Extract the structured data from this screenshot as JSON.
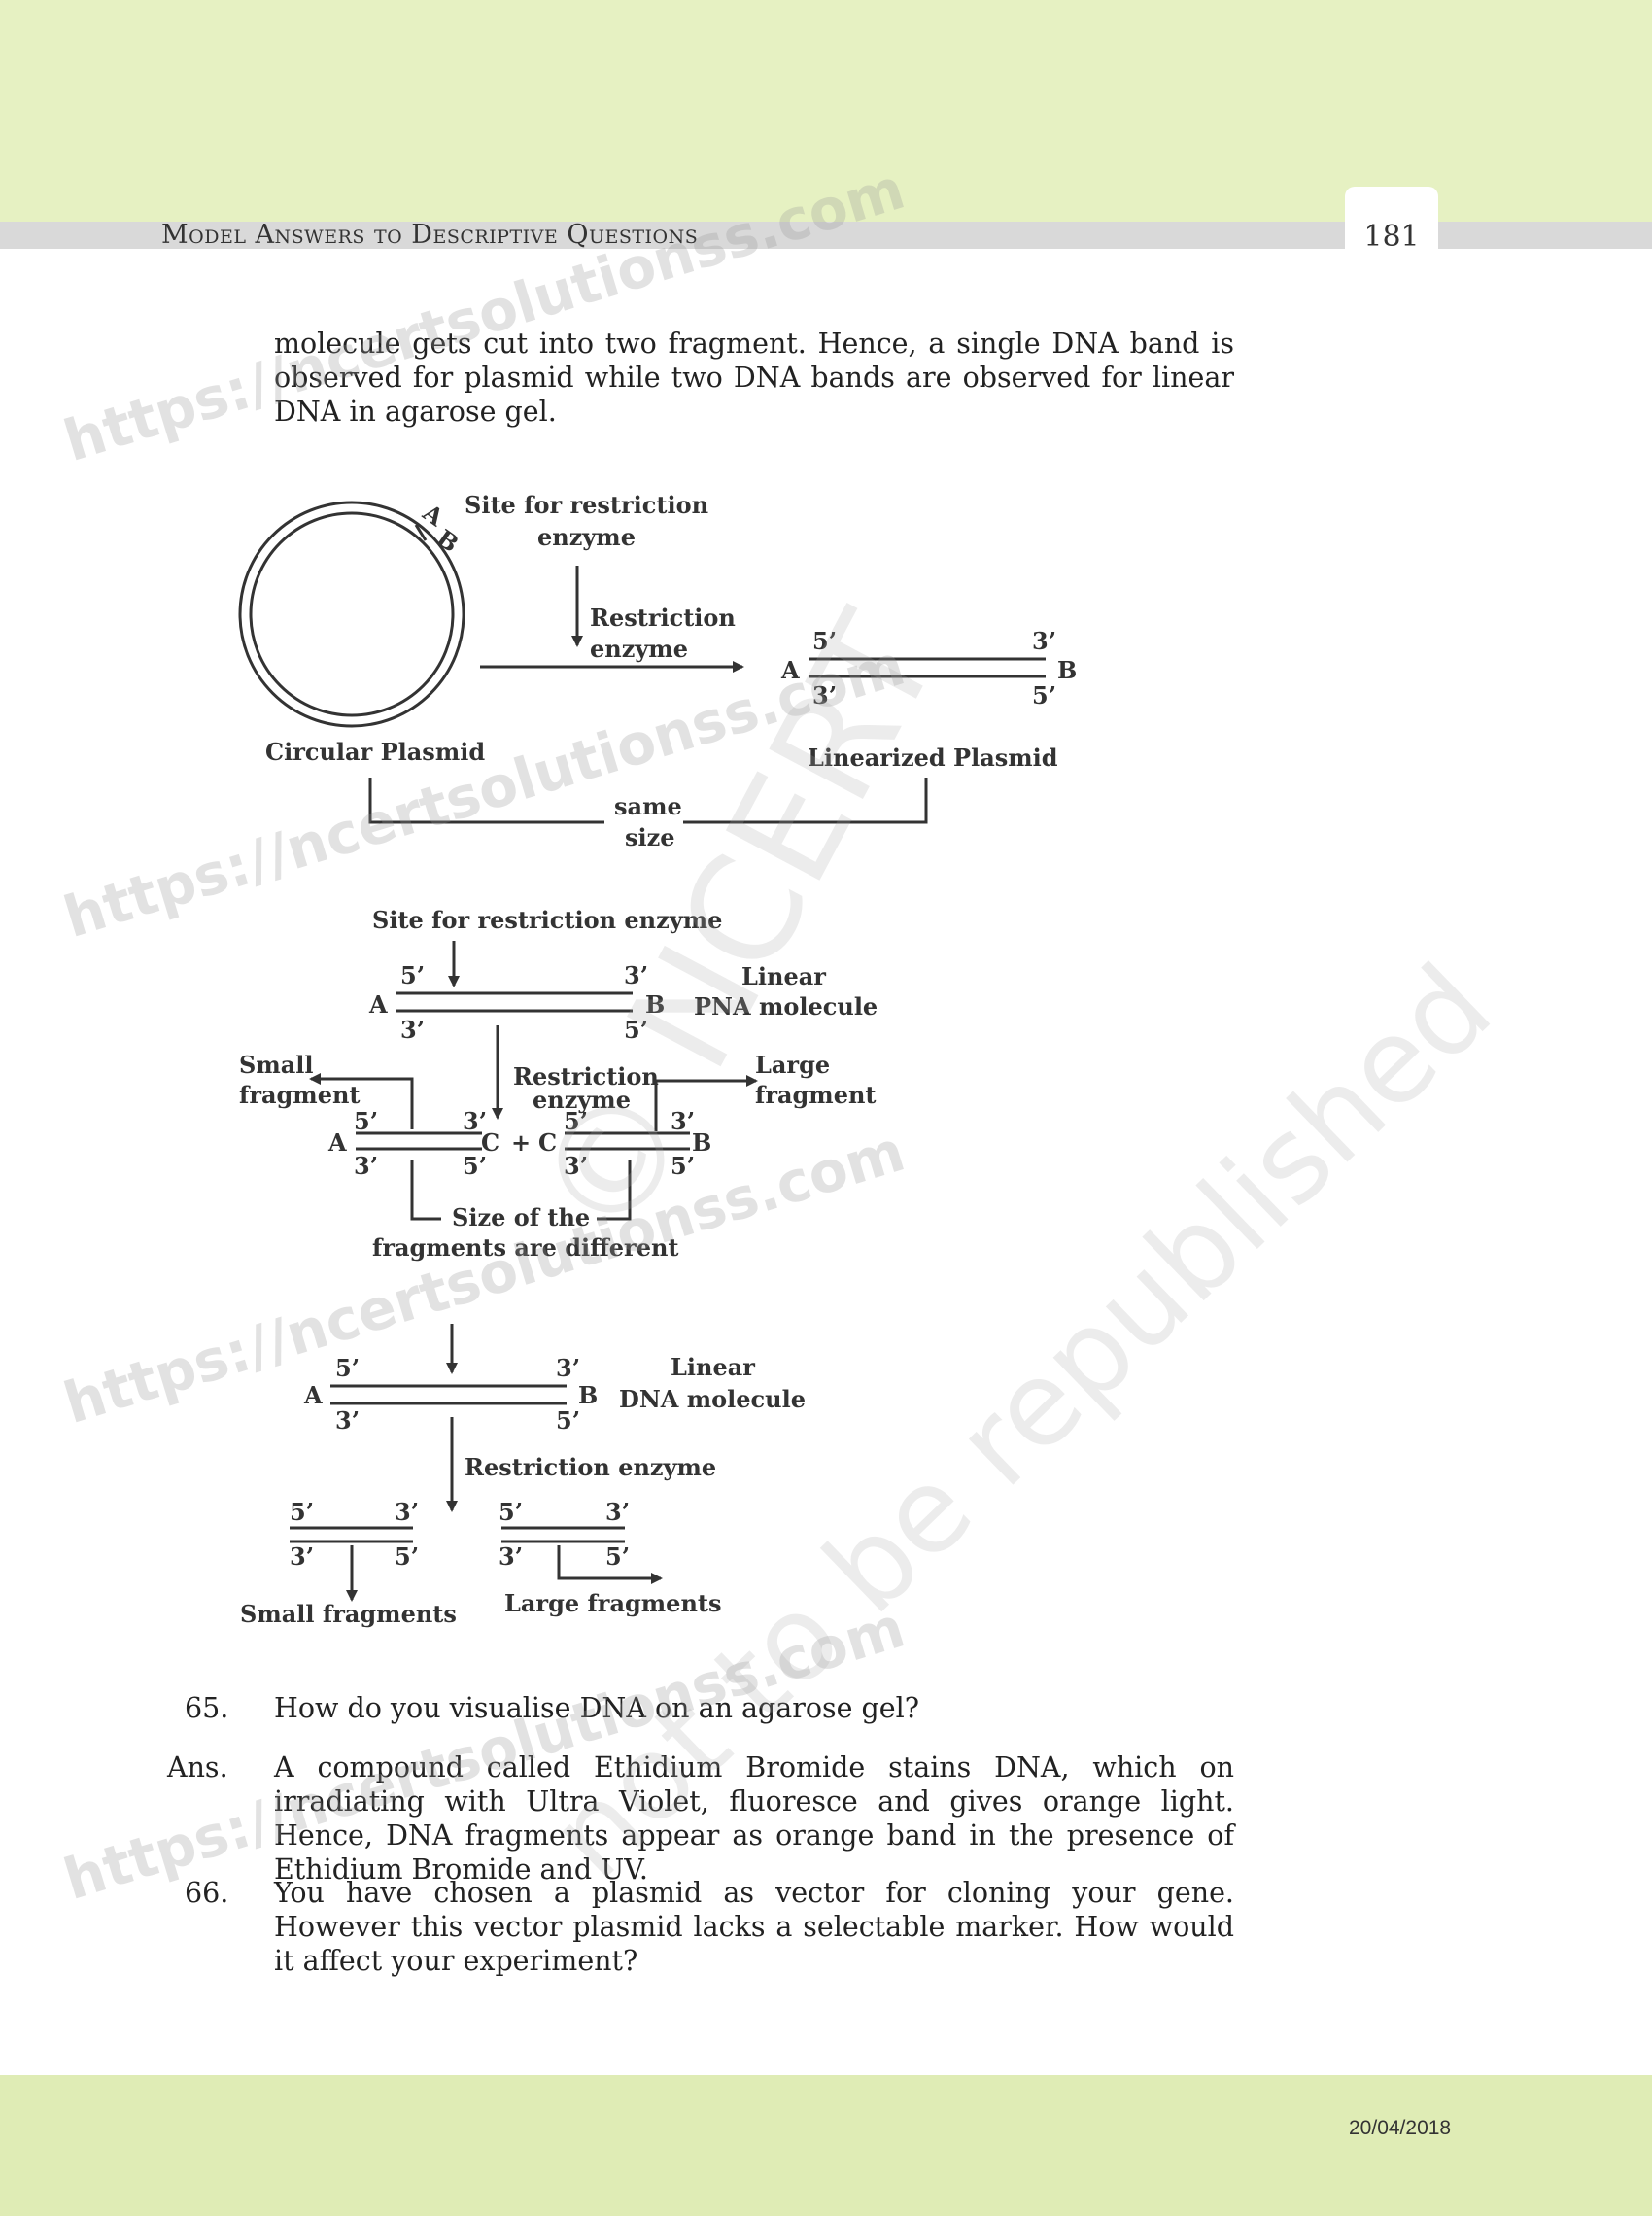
{
  "header": {
    "title": "Model Answers to Descriptive Questions",
    "page_number": "181"
  },
  "intro_text": "molecule gets cut into two fragment. Hence, a single DNA band is observed for plasmid while two DNA bands are observed for linear DNA in agarose gel.",
  "diagram1": {
    "site_label_1": "Site for restriction",
    "site_label_2": "enzyme",
    "enzyme_label_1": "Restriction",
    "enzyme_label_2": "enzyme",
    "circle_a": "A",
    "circle_b": "B",
    "end_a": "A",
    "end_b": "B",
    "top_5": "5’",
    "top_3": "3’",
    "bottom_3": "3’",
    "bottom_5": "5’",
    "circular_label": "Circular Plasmid",
    "linearized_label": "Linearized Plasmid",
    "same_label_1": "same",
    "same_label_2": "size"
  },
  "diagram2": {
    "site_label": "Site for restriction enzyme",
    "end_a": "A",
    "end_b": "B",
    "top_5": "5’",
    "top_3": "3’",
    "bottom_3": "3’",
    "bottom_5": "5’",
    "molecule_label_1": "Linear",
    "molecule_label_2": "PNA molecule",
    "small_label_1": "Small",
    "small_label_2": "fragment",
    "large_label_1": "Large",
    "large_label_2": "fragment",
    "enzyme_label_1": "Restriction",
    "enzyme_label_2": "enzyme",
    "frag_a": "A",
    "frag_c1": "C",
    "plus": "+",
    "frag_c2": "C",
    "frag_b": "B",
    "size_label_1": "Size of the",
    "size_label_2": "fragments are different"
  },
  "diagram3": {
    "end_a": "A",
    "end_b": "B",
    "top_5": "5’",
    "top_3": "3’",
    "bottom_3": "3’",
    "bottom_5": "5’",
    "molecule_label_1": "Linear",
    "molecule_label_2": "DNA molecule",
    "enzyme_label": "Restriction enzyme",
    "small_label": "Small fragments",
    "large_label": "Large fragments"
  },
  "questions": [
    {
      "number": "65.",
      "text": "How do you visualise DNA on an agarose gel?"
    },
    {
      "number": "Ans.",
      "text": "A compound called Ethidium Bromide stains DNA, which on irradiating with Ultra Violet, fluoresce and gives orange light. Hence, DNA fragments appear as orange band in the presence of Ethidium Bromide and UV."
    },
    {
      "number": "66.",
      "text": "You have chosen a plasmid as vector for cloning your gene. However this vector plasmid lacks a selectable marker. How would it affect your experiment?"
    }
  ],
  "watermarks": {
    "site": "https://ncertsolutionss.com",
    "ncert": "© NCERT",
    "notice": "not to be republished"
  },
  "footer": {
    "date": "20/04/2018"
  }
}
